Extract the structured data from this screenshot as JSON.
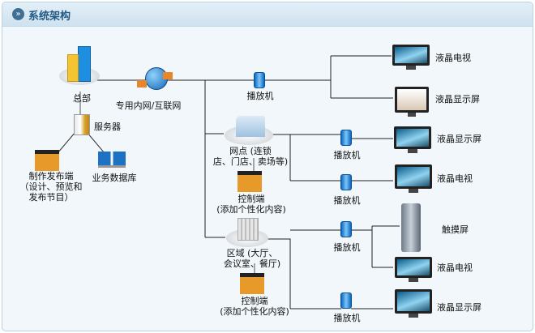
{
  "header": {
    "title": "系统架构",
    "icon": "double-chevron-right-icon"
  },
  "nodes": {
    "hq": "总部",
    "network": "专用内网/互联网",
    "server": "服务器",
    "publisher": [
      "制作发布端",
      "（设计、预览和",
      "发布节目）"
    ],
    "database": "业务数据库",
    "player": "播放机",
    "outlet": [
      "网点 (连锁",
      "店、门店、卖场等)"
    ],
    "region": [
      "区域 (大厅、",
      "会议室、餐厅)"
    ],
    "controller": [
      "控制端",
      "(添加个性化内容)"
    ],
    "lcd_tv": "液晶电视",
    "lcd_display": "液晶显示屏",
    "touchscreen": "触摸屏"
  },
  "colors": {
    "header_text": "#215a85",
    "panel_bg": "#f1f7fb",
    "player": "#0a66c2"
  }
}
